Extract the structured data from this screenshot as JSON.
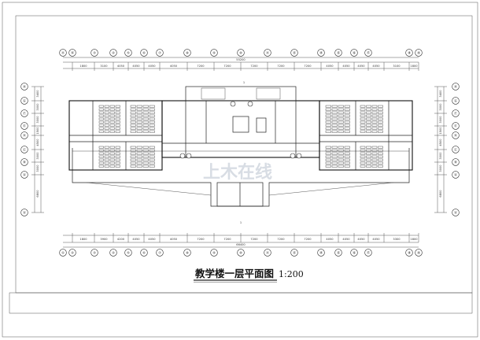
{
  "drawing": {
    "title": "教学楼一层平面图",
    "scale": "1:200",
    "watermark": "上木在线"
  },
  "grid": {
    "top_labels": [
      "⑪",
      "⑫",
      "③",
      "④",
      "⑤",
      "⑥",
      "⑦",
      "⑧",
      "⑨",
      "⑩",
      "⑪",
      "⑬",
      "⑭",
      "⑮",
      "⑯",
      "⑰",
      "⑱",
      "⑲"
    ],
    "bottom_labels": [
      "①",
      "②",
      "③",
      "④",
      "⑤",
      "⑥",
      "⑦",
      "⑧",
      "⑨",
      "⑩",
      "⑪",
      "⑬",
      "⑭",
      "⑮",
      "⑯",
      "⑰",
      "⑱",
      "⑲"
    ],
    "left_labels": [
      "Ⓗ",
      "Ⓖ",
      "Ⓕ",
      "Ⓔ",
      "Ⓓ",
      "Ⓒ",
      "Ⓑ",
      "Ⓐ",
      "Ⓐ"
    ],
    "right_labels": [
      "Ⓗ",
      "Ⓖ",
      "Ⓕ",
      "Ⓔ",
      "Ⓓ",
      "Ⓒ",
      "Ⓑ",
      "Ⓐ",
      "Ⓐ"
    ]
  },
  "dimensions": {
    "top_segments": [
      "1800",
      "3100",
      "4050",
      "4050",
      "4050",
      "4050",
      "7200",
      "7200",
      "7200",
      "7200",
      "7200",
      "4050",
      "4050",
      "4050",
      "4050",
      "3100",
      "1800"
    ],
    "top_total": "55200",
    "bottom_segments": [
      "1800",
      "3900",
      "4200",
      "4050",
      "4050",
      "4050",
      "7200",
      "7200",
      "7200",
      "7200",
      "7200",
      "4050",
      "4050",
      "4050",
      "4050",
      "3300",
      "1800"
    ],
    "bottom_total": "66400",
    "left_segments": [
      "3400",
      "3000",
      "3000",
      "1500",
      "4500",
      "3000",
      "3000",
      "6800"
    ],
    "right_segments": [
      "3400",
      "3000",
      "3000",
      "1500",
      "4500",
      "3000",
      "3000",
      "6800"
    ]
  },
  "section_marks": {
    "top": "1",
    "bottom": "1"
  }
}
